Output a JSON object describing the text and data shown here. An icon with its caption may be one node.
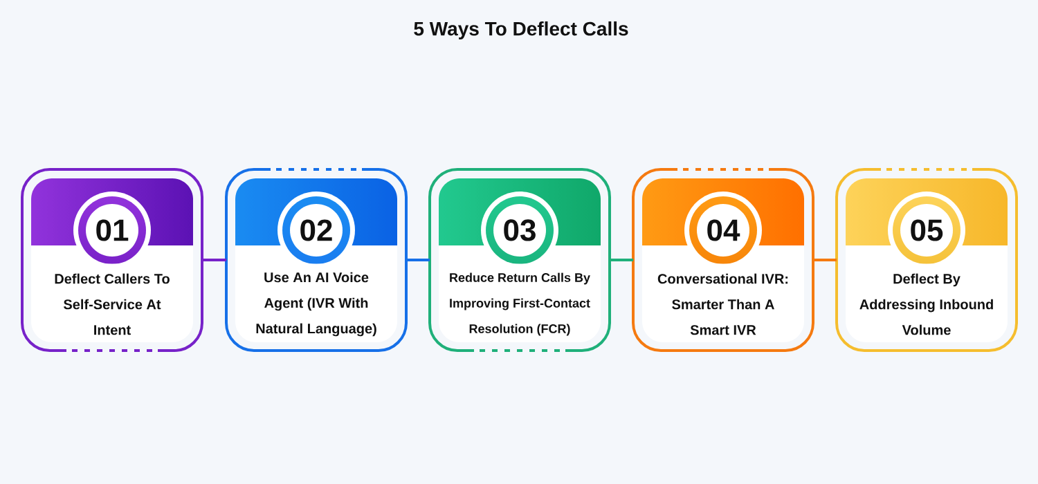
{
  "diagram": {
    "title": "5 Ways To Deflect Calls",
    "nodes": [
      {
        "text": [
          "Deflect Callers To Self-Service At Intent"
        ]
      },
      {
        "text": [
          "01"
        ],
        "in": 0
      },
      {
        "text": [
          "Use An AI Voice Agent (IVR With Natural Language)"
        ]
      },
      {
        "text": [
          "02"
        ],
        "in": 2
      },
      {
        "text": [
          "Reduce Return Calls By Improving First-Contact Resolution (FCR)"
        ]
      },
      {
        "text": [
          "03"
        ],
        "in": 4
      },
      {
        "text": [
          "Conversational IVR: Smarter Than A Smart IVR"
        ]
      },
      {
        "text": [
          "04"
        ],
        "in": 6
      },
      {
        "text": [
          "Deflect By Addressing Inbound Volume"
        ]
      },
      {
        "text": [
          "05"
        ],
        "in": 8
      }
    ],
    "edges": [
      {
        "from": 0,
        "to": 2,
        "arrow": "none",
        "color": "#7722c9"
      },
      {
        "from": 2,
        "to": 4,
        "arrow": "none",
        "color": "#1670e8"
      },
      {
        "from": 4,
        "to": 6,
        "arrow": "none",
        "color": "#1fb07a"
      },
      {
        "from": 6,
        "to": 8,
        "arrow": "none",
        "color": "#f57a10"
      }
    ]
  }
}
